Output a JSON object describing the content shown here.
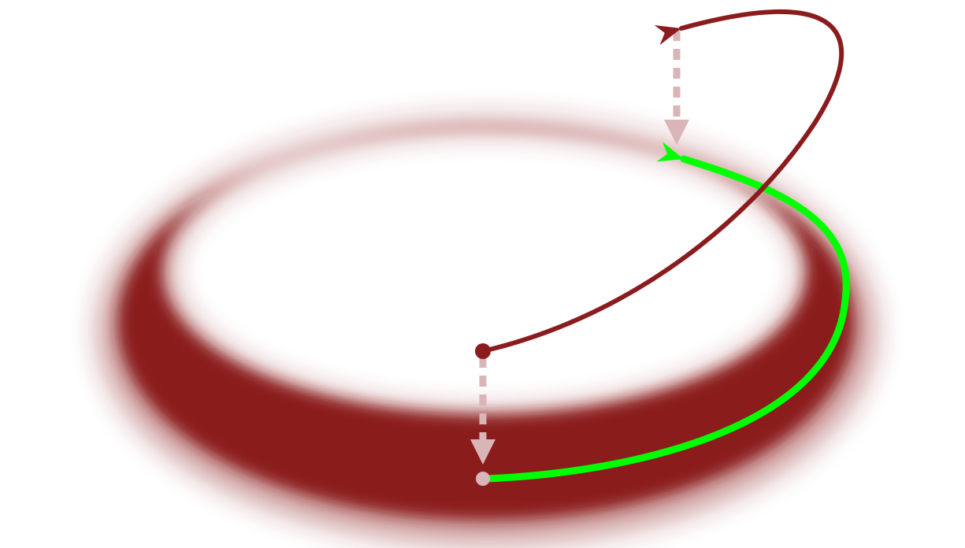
{
  "diagram": {
    "colors": {
      "background": "#ffffff",
      "ring": "#8b1c1e",
      "projection": "#d9b5b7",
      "projected_path": "#00ff00"
    },
    "elements": [
      {
        "name": "ring-manifold",
        "kind": "blurred elliptical band"
      },
      {
        "name": "lifted-trajectory",
        "kind": "curved arrow from start point to upper end"
      },
      {
        "name": "projected-trajectory",
        "kind": "curved arrow along the ring"
      },
      {
        "name": "projection-arrow-start",
        "kind": "dashed vertical arrow"
      },
      {
        "name": "projection-arrow-end",
        "kind": "dashed vertical arrow"
      },
      {
        "name": "start-point",
        "kind": "dot"
      },
      {
        "name": "projected-start-point",
        "kind": "dot"
      }
    ]
  }
}
